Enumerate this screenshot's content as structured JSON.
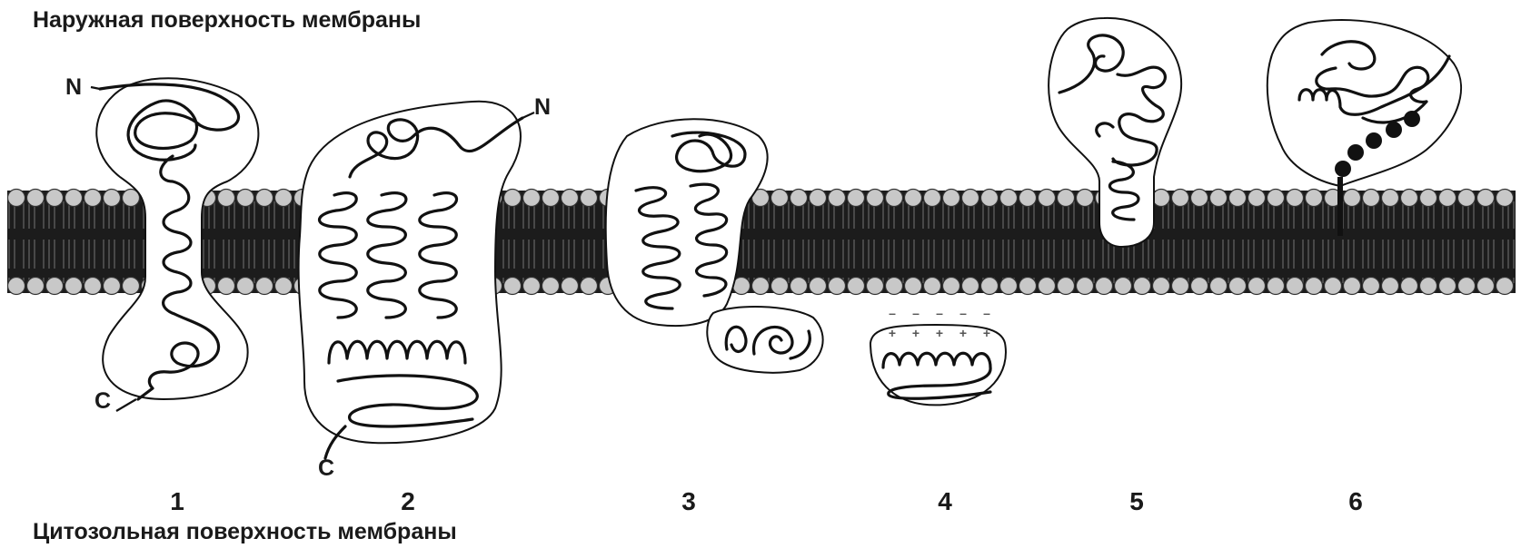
{
  "captions": {
    "outer": "Наружная поверхность мембраны",
    "cytosolic": "Цитозольная поверхность мембраны"
  },
  "proteins": [
    {
      "number": "1",
      "n_terminus": "N",
      "c_terminus": "C"
    },
    {
      "number": "2",
      "n_terminus": "N",
      "c_terminus": "C"
    },
    {
      "number": "3"
    },
    {
      "number": "4",
      "charges_membrane": "–",
      "charges_protein": "+"
    },
    {
      "number": "5"
    },
    {
      "number": "6"
    }
  ],
  "colors": {
    "membrane_core": "#1c1c1c",
    "lipid_head": "#c8c8c8",
    "outline": "#111111",
    "lipid_anchor": "#111111"
  }
}
